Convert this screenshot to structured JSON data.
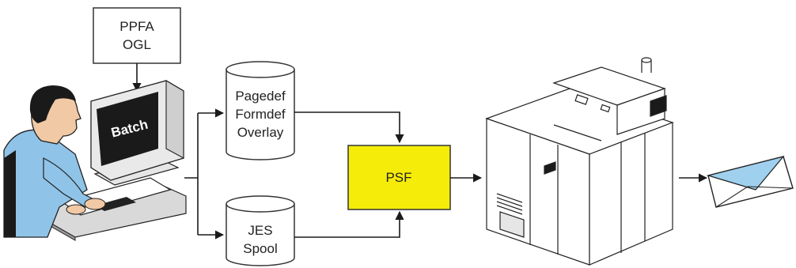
{
  "source_box": {
    "lines": [
      "PPFA",
      "OGL"
    ]
  },
  "monitor": {
    "label": "Batch"
  },
  "resources_db": {
    "lines": [
      "Pagedef",
      "Formdef",
      "Overlay"
    ]
  },
  "spool_db": {
    "lines": [
      "JES",
      "Spool"
    ]
  },
  "psf_box": {
    "label": "PSF",
    "fill": "#f5ec0a"
  },
  "colors": {
    "line": "#1a1a1a",
    "printer_fill": "#ffffff",
    "envelope_blue": "#9fd0ee"
  }
}
